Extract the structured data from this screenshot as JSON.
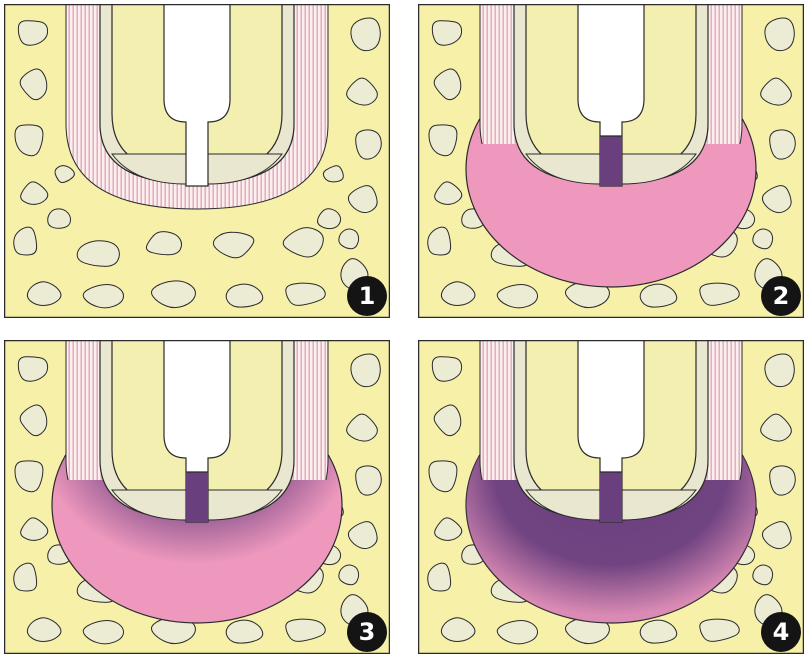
{
  "figure": {
    "panels": [
      {
        "number": "1",
        "stage": 0
      },
      {
        "number": "2",
        "stage": 1
      },
      {
        "number": "3",
        "stage": 2
      },
      {
        "number": "4",
        "stage": 3
      }
    ]
  },
  "colors": {
    "bone_bg": "#f6f0a8",
    "trabecula": "#ecebd4",
    "dentin": "#f2efb0",
    "enamel_layer": "#e9e7cf",
    "canal": "#ffffff",
    "ligament_hatch": "#e0a9b4",
    "lesion": "#ee98bd",
    "infection": "#6a3f7e",
    "outline": "#2a2a2a",
    "badge": "#141414",
    "badge_text": "#ffffff"
  }
}
